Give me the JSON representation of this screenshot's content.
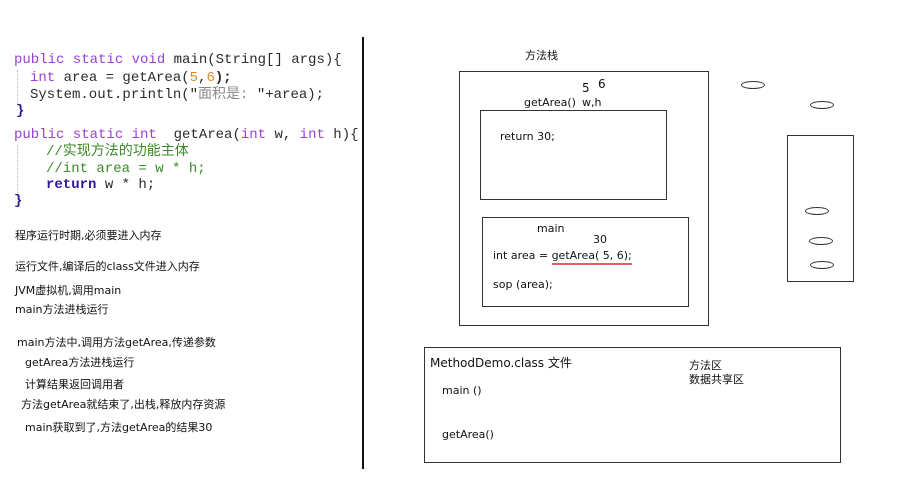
{
  "code": {
    "main_signature": {
      "kw": "public static void",
      "rest": " main(String[] args){"
    },
    "main_line1": {
      "kw": "int",
      "mid": " area = getArea(",
      "a": "5",
      "comma": ",",
      "b": "6",
      "end": ");"
    },
    "main_line2": {
      "pre": "System.out.println(\"",
      "str": "面积是: ",
      "post": "\"+area);"
    },
    "main_close": "}",
    "getarea_signature": {
      "kw1": "public static int",
      "mid": "  getArea(",
      "kw2": "int",
      "w": " w, ",
      "kw3": "int",
      "h": " h){"
    },
    "comment1": "//实现方法的功能主体",
    "comment2": "//int area = w * h;",
    "return_kw": "return",
    "return_rest": " w * h;",
    "getarea_close": "}"
  },
  "notes": [
    "程序运行时期,必须要进入内存",
    "运行文件,编译后的class文件进入内存",
    "JVM虚拟机,调用main",
    "main方法进栈运行",
    "main方法中,调用方法getArea,传递参数",
    "getArea方法进栈运行",
    "计算结果返回调用者",
    "方法getArea就结束了,出栈,释放内存资源",
    "main获取到了,方法getArea的结果30"
  ],
  "stack": {
    "title": "方法栈",
    "getarea_frame": {
      "label": "getArea()",
      "params": "w,h",
      "arg_w": "5",
      "arg_h": "6",
      "body": "return  30;"
    },
    "main_frame": {
      "label": "main",
      "result": "30",
      "line1_prefix": "int area = ",
      "line1_call": "getArea( 5, 6);",
      "line2": "sop (area);"
    }
  },
  "method_area": {
    "file_label": "MethodDemo.class 文件",
    "title": "方法区",
    "subtitle": "数据共享区",
    "methods": [
      "main ()",
      "getArea()"
    ]
  },
  "colors": {
    "underline": "#e06060"
  }
}
